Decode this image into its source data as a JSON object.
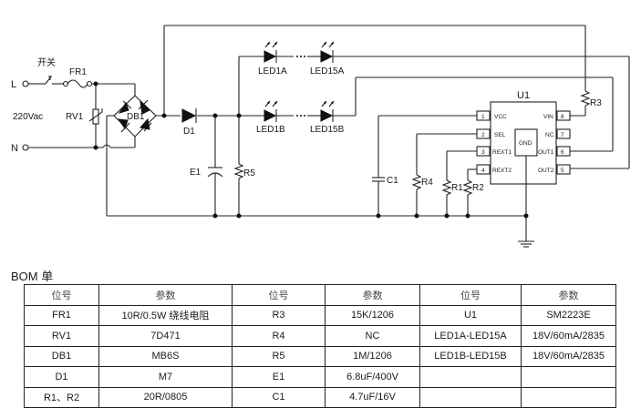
{
  "schematic": {
    "labels": {
      "switch": "开关",
      "fuse": "FR1",
      "line": "L",
      "neutral": "N",
      "voltage": "220Vac",
      "varistor": "RV1",
      "bridge": "DB1",
      "diode": "D1",
      "cap_e1": "E1",
      "r5": "R5",
      "led1a": "LED1A",
      "led15a": "LED15A",
      "led1b": "LED1B",
      "led15b": "LED15B",
      "c1": "C1",
      "r4": "R4",
      "r1": "R1",
      "r2": "R2",
      "r3": "R3",
      "ic": "U1",
      "gnd_pad": "GND"
    },
    "ic_pins": [
      {
        "num": "1",
        "name": "VCC"
      },
      {
        "num": "2",
        "name": "SEL"
      },
      {
        "num": "3",
        "name": "REXT1"
      },
      {
        "num": "4",
        "name": "REXT2"
      },
      {
        "num": "5",
        "name": "OUT2"
      },
      {
        "num": "6",
        "name": "OUT1"
      },
      {
        "num": "7",
        "name": "NC"
      },
      {
        "num": "8",
        "name": "VIN"
      }
    ]
  },
  "bom": {
    "title": "BOM 单",
    "headers": [
      "位号",
      "参数",
      "位号",
      "参数",
      "位号",
      "参数"
    ],
    "rows": [
      [
        "FR1",
        "10R/0.5W 绕线电阻",
        "R3",
        "15K/1206",
        "U1",
        "SM2223E"
      ],
      [
        "RV1",
        "7D471",
        "R4",
        "NC",
        "LED1A-LED15A",
        "18V/60mA/2835"
      ],
      [
        "DB1",
        "MB6S",
        "R5",
        "1M/1206",
        "LED1B-LED15B",
        "18V/60mA/2835"
      ],
      [
        "D1",
        "M7",
        "E1",
        "6.8uF/400V",
        "",
        ""
      ],
      [
        "R1、R2",
        "20R/0805",
        "C1",
        "4.7uF/16V",
        "",
        ""
      ]
    ]
  }
}
